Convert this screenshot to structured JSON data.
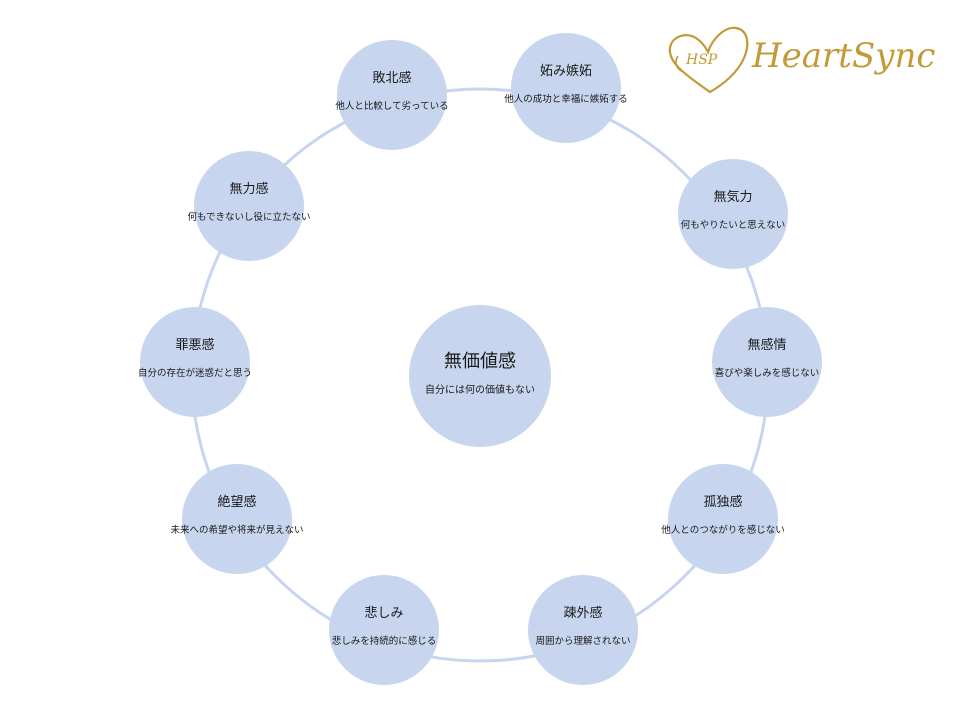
{
  "logo": {
    "brand": "HeartSync",
    "mark": "HSP",
    "color": "#c29a36"
  },
  "colors": {
    "node_fill": "#c7d6ee",
    "ring_stroke": "#c7d6ee",
    "text": "#1a1a1a"
  },
  "center": {
    "title": "無価値感",
    "desc": "自分には何の価値もない"
  },
  "nodes": [
    {
      "title": "妬み嫉妬",
      "desc": "他人の成功と幸福に嫉妬する"
    },
    {
      "title": "無気力",
      "desc": "何もやりたいと思えない"
    },
    {
      "title": "無感情",
      "desc": "喜びや楽しみを感じない"
    },
    {
      "title": "孤独感",
      "desc": "他人とのつながりを感じない"
    },
    {
      "title": "疎外感",
      "desc": "周囲から理解されない"
    },
    {
      "title": "悲しみ",
      "desc": "悲しみを持続的に感じる"
    },
    {
      "title": "絶望感",
      "desc": "未来への希望や将来が見えない"
    },
    {
      "title": "罪悪感",
      "desc": "自分の存在が迷惑だと思う"
    },
    {
      "title": "無力感",
      "desc": "何もできないし役に立たない"
    },
    {
      "title": "敗北感",
      "desc": "他人と比較して劣っている"
    }
  ]
}
